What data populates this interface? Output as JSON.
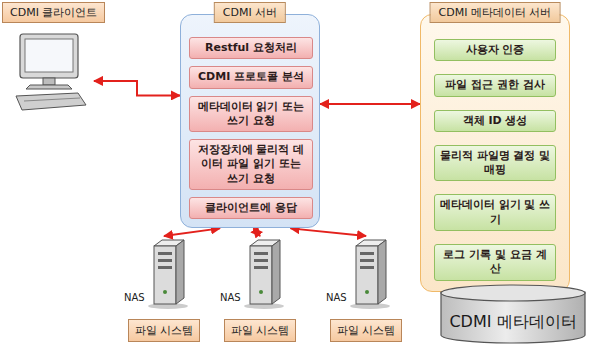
{
  "diagram": {
    "nodes": [
      {
        "text": [
          "CDMI 클라이언트"
        ]
      },
      {
        "text": [
          "CDMI 서버"
        ]
      },
      {
        "text": [
          "Restful 요청처리"
        ],
        "in": 1
      },
      {
        "text": [
          "CDMI 프로토콜 분석"
        ],
        "in": 1
      },
      {
        "text": [
          "메타데이터 읽기 또는 쓰기 요청"
        ],
        "in": 1
      },
      {
        "text": [
          "저장장치에 물리적 데이터 파일 읽기 또는 쓰기 요청"
        ],
        "in": 1
      },
      {
        "text": [
          "클라이언트에 응답"
        ],
        "in": 1
      },
      {
        "text": [
          "CDMI 메타데이터 서버"
        ]
      },
      {
        "text": [
          "사용자 인증"
        ],
        "in": 7
      },
      {
        "text": [
          "파일 접근 권한 검사"
        ],
        "in": 7
      },
      {
        "text": [
          "객체 ID 생성"
        ],
        "in": 7
      },
      {
        "text": [
          "물리적 파일명 결정 및 매핑"
        ],
        "in": 7
      },
      {
        "text": [
          "메타데이터 읽기 및 쓰기"
        ],
        "in": 7
      },
      {
        "text": [
          "로그 기록 및 요금 계산"
        ],
        "in": 7
      },
      {
        "text": [
          "NAS",
          "파일 시스템"
        ]
      },
      {
        "text": [
          "NAS",
          "파일 시스템"
        ]
      },
      {
        "text": [
          "NAS",
          "파일 시스템"
        ]
      },
      {
        "text": [
          "CDMI 메타데이터"
        ]
      }
    ],
    "edges": [
      {
        "from": 0,
        "to": 1,
        "arrow": "both"
      },
      {
        "from": 1,
        "to": 7,
        "arrow": "both"
      },
      {
        "from": 1,
        "to": 14,
        "arrow": "both"
      },
      {
        "from": 1,
        "to": 15,
        "arrow": "both"
      },
      {
        "from": 1,
        "to": 16,
        "arrow": "both"
      },
      {
        "from": 7,
        "to": 17,
        "arrow": "both"
      }
    ]
  }
}
